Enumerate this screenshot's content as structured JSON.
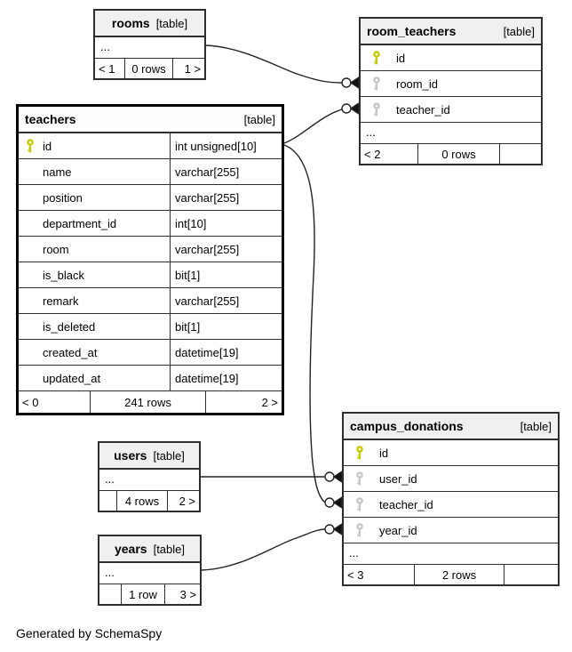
{
  "note": "Generated by SchemaSpy",
  "colors": {
    "primary_key": "#c9c900",
    "foreign_key": "#c6c6c6",
    "header_bg": "#f0f0f0",
    "line": "#222222"
  },
  "tables": {
    "rooms": {
      "name": "rooms",
      "tag": "[table]",
      "ellipsis": "...",
      "footer": [
        "< 1",
        "0 rows",
        "1 >"
      ]
    },
    "room_teachers": {
      "name": "room_teachers",
      "tag": "[table]",
      "ellipsis": "...",
      "columns": [
        {
          "name": "id",
          "key": "primary"
        },
        {
          "name": "room_id",
          "key": "foreign"
        },
        {
          "name": "teacher_id",
          "key": "foreign"
        }
      ],
      "footer": [
        "< 2",
        "0 rows",
        ""
      ]
    },
    "teachers": {
      "name": "teachers",
      "tag": "[table]",
      "columns": [
        {
          "name": "id",
          "type": "int unsigned[10]",
          "key": "primary"
        },
        {
          "name": "name",
          "type": "varchar[255]"
        },
        {
          "name": "position",
          "type": "varchar[255]"
        },
        {
          "name": "department_id",
          "type": "int[10]"
        },
        {
          "name": "room",
          "type": "varchar[255]"
        },
        {
          "name": "is_black",
          "type": "bit[1]"
        },
        {
          "name": "remark",
          "type": "varchar[255]"
        },
        {
          "name": "is_deleted",
          "type": "bit[1]"
        },
        {
          "name": "created_at",
          "type": "datetime[19]"
        },
        {
          "name": "updated_at",
          "type": "datetime[19]"
        }
      ],
      "footer": [
        "< 0",
        "241 rows",
        "2 >"
      ]
    },
    "users": {
      "name": "users",
      "tag": "[table]",
      "ellipsis": "...",
      "footer": [
        "",
        "4 rows",
        "2 >"
      ]
    },
    "years": {
      "name": "years",
      "tag": "[table]",
      "ellipsis": "...",
      "footer": [
        "",
        "1 row",
        "3 >"
      ]
    },
    "campus_donations": {
      "name": "campus_donations",
      "tag": "[table]",
      "ellipsis": "...",
      "columns": [
        {
          "name": "id",
          "key": "primary"
        },
        {
          "name": "user_id",
          "key": "foreign"
        },
        {
          "name": "teacher_id",
          "key": "foreign"
        },
        {
          "name": "year_id",
          "key": "foreign"
        }
      ],
      "footer": [
        "< 3",
        "2 rows",
        ""
      ]
    }
  }
}
